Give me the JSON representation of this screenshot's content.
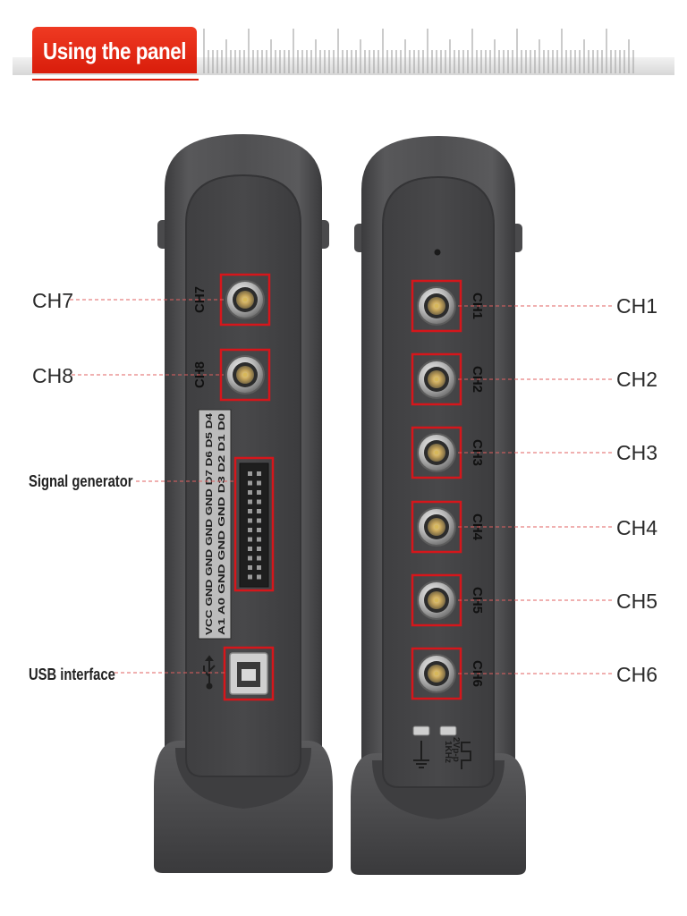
{
  "header": {
    "title": "Using the panel"
  },
  "colors": {
    "accent": "#e0250f",
    "housing": "#4a4a4c",
    "highlight_box": "#d6161b",
    "leader_line": "#e06060"
  },
  "left_panel": {
    "port_labels": [
      "CH7",
      "CH8"
    ],
    "header_pinout_row1": "VCC GND GND GND GND D7 D6 D5 D4",
    "header_pinout_row2": "A1 A0 GND GND GND D3 D2 D1 D0",
    "icons": [
      "usb-icon"
    ]
  },
  "right_panel": {
    "port_labels": [
      "CH1",
      "CH2",
      "CH3",
      "CH4",
      "CH5",
      "CH6"
    ],
    "calibration_label_line1": "1KHz",
    "calibration_label_line2": "2Vp-p",
    "icons": [
      "ground-icon",
      "square-wave-icon"
    ]
  },
  "callouts": {
    "left": [
      "CH7",
      "CH8",
      "Signal generator",
      "USB interface"
    ],
    "right": [
      "CH1",
      "CH2",
      "CH3",
      "CH4",
      "CH5",
      "CH6"
    ]
  }
}
